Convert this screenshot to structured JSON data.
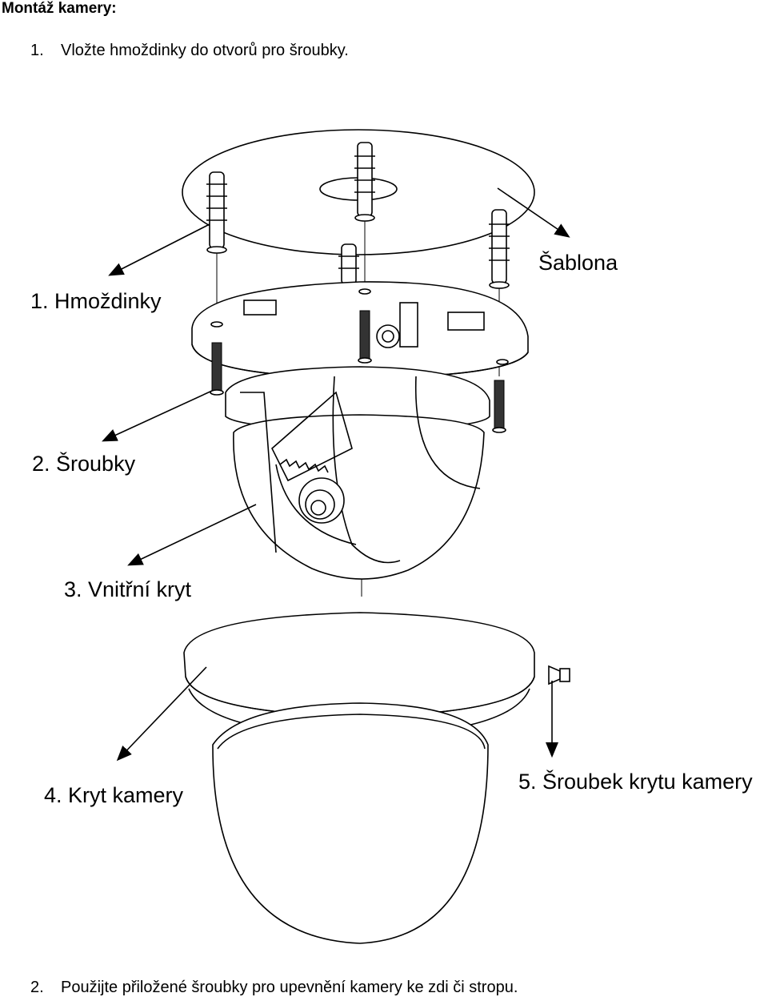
{
  "title": "Montáž kamery:",
  "steps": [
    {
      "num": "1.",
      "text": "Vložte hmoždinky do otvorů pro šroubky."
    },
    {
      "num": "2.",
      "text": "Použijte přiložené šroubky pro upevnění kamery ke zdi či stropu."
    }
  ],
  "labels": {
    "anchors": "1. Hmoždinky",
    "screws": "2. Šroubky",
    "inner_cover": "3. Vnitřní kryt",
    "template": "Šablona",
    "camera_cover": "4. Kryt kamery",
    "cover_screw": "5. Šroubek krytu kamery"
  }
}
